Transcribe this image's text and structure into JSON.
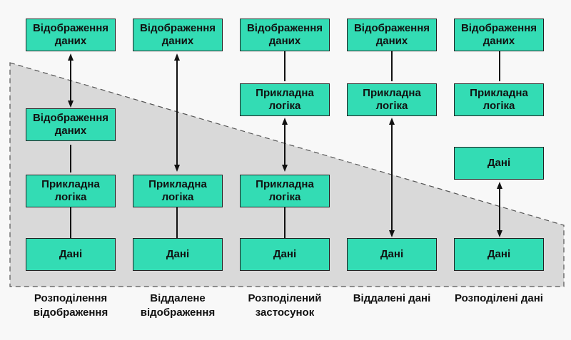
{
  "labels": {
    "presentation": "Відображення даних",
    "logic": "Прикладна логіка",
    "data": "Дані"
  },
  "columns": [
    {
      "caption": "Розподілення відображення"
    },
    {
      "caption": "Віддалене відображення"
    },
    {
      "caption": "Розподілений застосунок"
    },
    {
      "caption": "Віддалені дані"
    },
    {
      "caption": "Розподілені дані"
    }
  ],
  "colors": {
    "box_fill": "#33dcb4",
    "box_border": "#222222",
    "shaded_region": "#d9d9d9",
    "background": "#f8f8f8"
  }
}
